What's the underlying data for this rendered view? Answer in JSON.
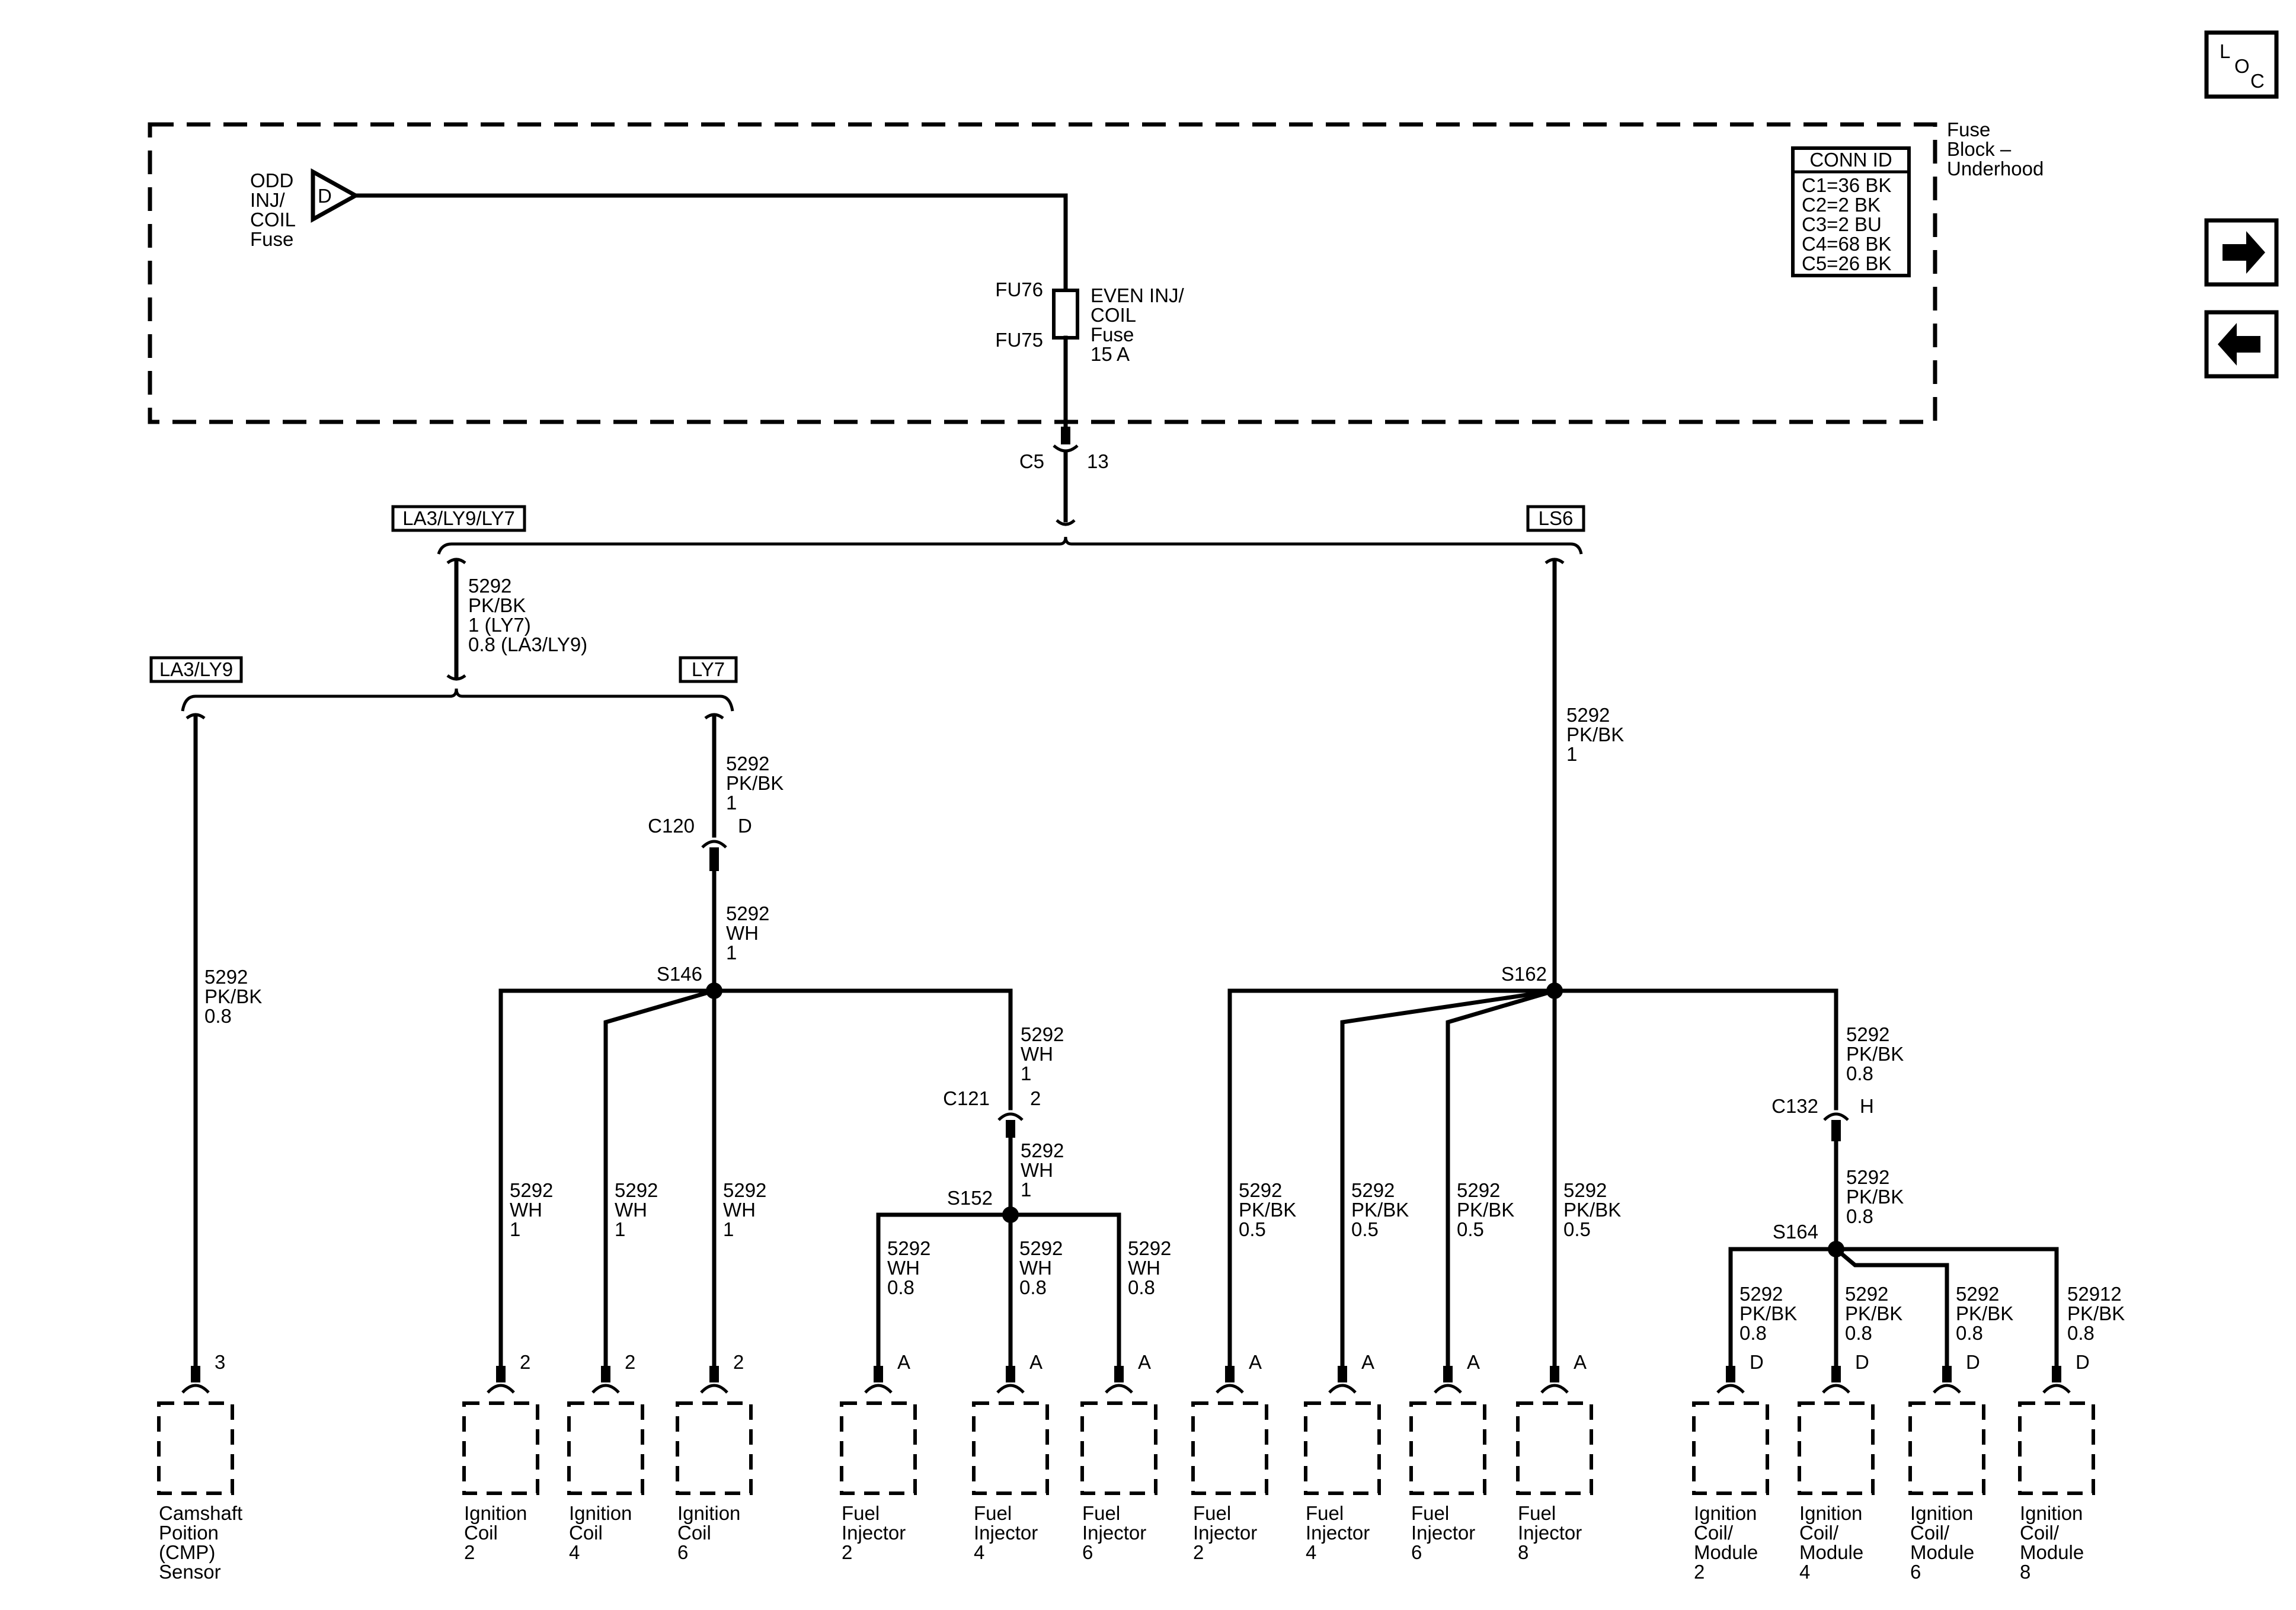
{
  "loc_button": {
    "l": "L",
    "o": "O",
    "c": "C"
  },
  "nav": {
    "next_icon": "arrow-right-icon",
    "prev_icon": "arrow-left-icon"
  },
  "fuse_block": {
    "name_lines": [
      "Fuse",
      "Block –",
      "Underhood"
    ],
    "odd_fuse_letter": "D",
    "odd_fuse_lines": [
      "ODD",
      "INJ/",
      "COIL",
      "Fuse"
    ],
    "fu76": "FU76",
    "fu75": "FU75",
    "even_fuse_lines": [
      "EVEN INJ/",
      "COIL",
      "Fuse",
      "15 A"
    ],
    "conn_id_title": "CONN ID",
    "conn_ids": [
      "C1=36 BK",
      "C2=2 BK",
      "C3=2 BU",
      "C4=68 BK",
      "C5=26 BK"
    ]
  },
  "c5": {
    "name": "C5",
    "pin": "13"
  },
  "options": {
    "left": "LA3/LY9/LY7",
    "right": "LS6",
    "la3ly9": "LA3/LY9",
    "ly7": "LY7"
  },
  "wires": {
    "trunk_left": [
      "5292",
      "PK/BK",
      "1 (LY7)",
      "0.8 (LA3/LY9)"
    ],
    "ly7_up": [
      "5292",
      "PK/BK",
      "1"
    ],
    "ly7_down": [
      "5292",
      "WH",
      "1"
    ],
    "cmp": [
      "5292",
      "PK/BK",
      "0.8"
    ],
    "ls6_main": [
      "5292",
      "PK/BK",
      "1"
    ],
    "c121_up": [
      "5292",
      "WH",
      "1"
    ],
    "c121_down": [
      "5292",
      "WH",
      "1"
    ],
    "coil_wh": [
      "5292",
      "WH",
      "1"
    ],
    "inj_wh": [
      "5292",
      "WH",
      "0.8"
    ],
    "ls6_inj": [
      "5292",
      "PK/BK",
      "0.5"
    ],
    "c132_up": [
      "5292",
      "PK/BK",
      "0.8"
    ],
    "c132_down": [
      "5292",
      "PK/BK",
      "0.8"
    ],
    "mod_2": [
      "5292",
      "PK/BK",
      "0.8"
    ],
    "mod_4": [
      "5292",
      "PK/BK",
      "0.8"
    ],
    "mod_6": [
      "5292",
      "PK/BK",
      "0.8"
    ],
    "mod_8": [
      "52912",
      "PK/BK",
      "0.8"
    ]
  },
  "connectors": {
    "c120": "C120",
    "c120_pin": "D",
    "c121": "C121",
    "c121_pin": "2",
    "c132": "C132",
    "c132_pin": "H"
  },
  "splices": {
    "s146": "S146",
    "s152": "S152",
    "s162": "S162",
    "s164": "S164"
  },
  "components": [
    {
      "pin": "3",
      "lines": [
        "Camshaft",
        "Poition",
        "(CMP)",
        "Sensor"
      ]
    },
    {
      "pin": "2",
      "lines": [
        "Ignition",
        "Coil",
        "2"
      ]
    },
    {
      "pin": "2",
      "lines": [
        "Ignition",
        "Coil",
        "4"
      ]
    },
    {
      "pin": "2",
      "lines": [
        "Ignition",
        "Coil",
        "6"
      ]
    },
    {
      "pin": "A",
      "lines": [
        "Fuel",
        "Injector",
        "2"
      ]
    },
    {
      "pin": "A",
      "lines": [
        "Fuel",
        "Injector",
        "4"
      ]
    },
    {
      "pin": "A",
      "lines": [
        "Fuel",
        "Injector",
        "6"
      ]
    },
    {
      "pin": "A",
      "lines": [
        "Fuel",
        "Injector",
        "2"
      ]
    },
    {
      "pin": "A",
      "lines": [
        "Fuel",
        "Injector",
        "4"
      ]
    },
    {
      "pin": "A",
      "lines": [
        "Fuel",
        "Injector",
        "6"
      ]
    },
    {
      "pin": "A",
      "lines": [
        "Fuel",
        "Injector",
        "8"
      ]
    },
    {
      "pin": "D",
      "lines": [
        "Ignition",
        "Coil/",
        "Module",
        "2"
      ]
    },
    {
      "pin": "D",
      "lines": [
        "Ignition",
        "Coil/",
        "Module",
        "4"
      ]
    },
    {
      "pin": "D",
      "lines": [
        "Ignition",
        "Coil/",
        "Module",
        "6"
      ]
    },
    {
      "pin": "D",
      "lines": [
        "Ignition",
        "Coil/",
        "Module",
        "8"
      ]
    }
  ]
}
